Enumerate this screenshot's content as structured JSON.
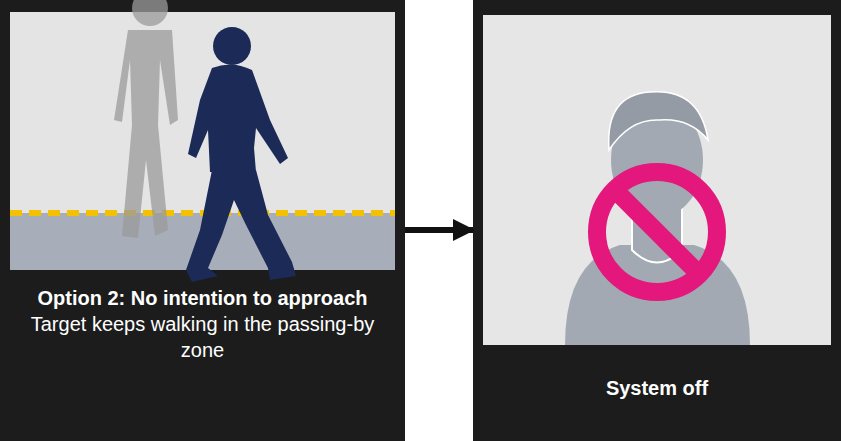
{
  "diagram": {
    "nodes": [
      {
        "text": [
          "Option 2: No intention to approach",
          "Target keeps walking in the passing-by zone"
        ]
      },
      {
        "text": [
          "System off"
        ]
      }
    ],
    "edges": [
      {
        "from": 0,
        "to": 1,
        "arrow": "to"
      }
    ]
  }
}
